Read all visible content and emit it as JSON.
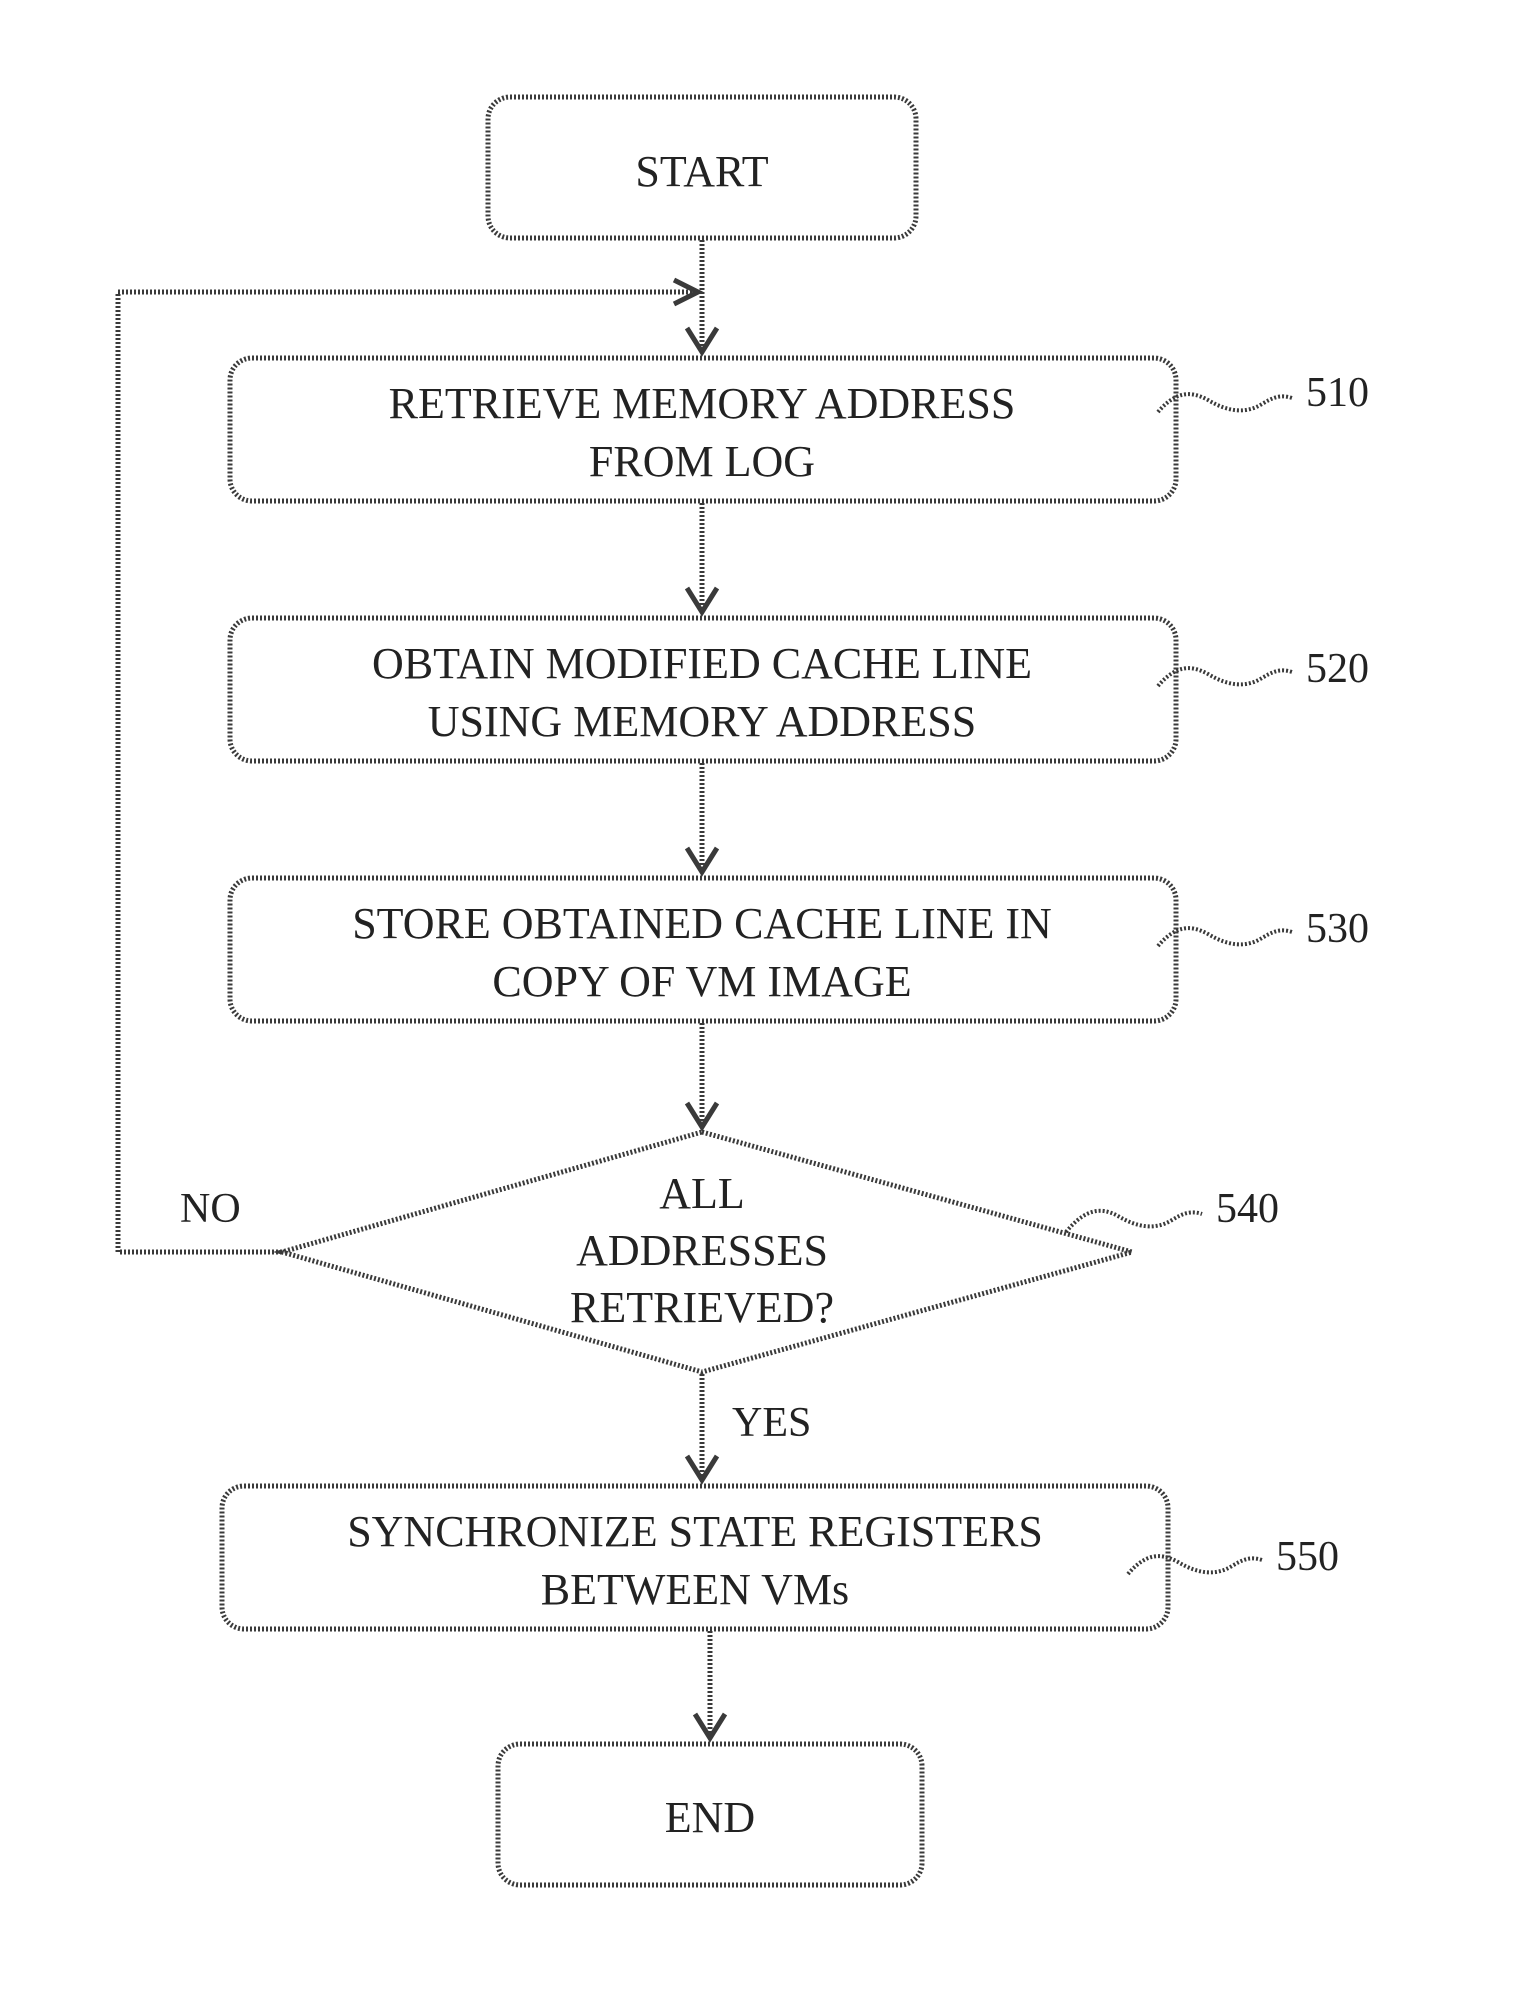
{
  "nodes": {
    "start": {
      "text": "START"
    },
    "step_510": {
      "lines": [
        "RETRIEVE MEMORY ADDRESS",
        "FROM LOG"
      ],
      "ref": "510"
    },
    "step_520": {
      "lines": [
        "OBTAIN MODIFIED CACHE LINE",
        "USING MEMORY ADDRESS"
      ],
      "ref": "520"
    },
    "step_530": {
      "lines": [
        "STORE OBTAINED CACHE LINE IN",
        "COPY OF VM IMAGE"
      ],
      "ref": "530"
    },
    "decision_540": {
      "lines": [
        "ALL",
        "ADDRESSES",
        "RETRIEVED?"
      ],
      "ref": "540"
    },
    "step_550": {
      "lines": [
        "SYNCHRONIZE STATE REGISTERS",
        "BETWEEN VMs"
      ],
      "ref": "550"
    },
    "end": {
      "text": "END"
    }
  },
  "edges": {
    "no_label": "NO",
    "yes_label": "YES"
  }
}
